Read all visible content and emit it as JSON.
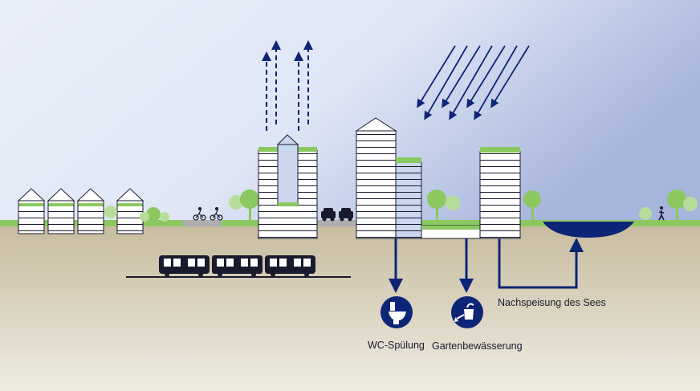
{
  "labels": {
    "wc": "WC-Spülung",
    "garden": "Gartenbewässerung",
    "lake": "Nachspeisung des Sees"
  },
  "icons": {
    "toilet": "toilet-icon",
    "watering_can": "watering-can-icon",
    "cyclist": "cyclist-icon",
    "car": "car-icon",
    "pedestrian": "pedestrian-icon",
    "train": "train-icon"
  },
  "colors": {
    "sky_top": "#e8edf7",
    "sky_right": "#a9b7dc",
    "arrow": "#0d2577",
    "water": "#0d2577",
    "green_roof": "#8cc860",
    "tree": "#8cc860",
    "tree_light": "#b8dd9a",
    "ground_top": "#c9bda0",
    "ground_bottom": "#ece8dd",
    "glass": "#c9d3ee",
    "street": "#aeaeae"
  }
}
